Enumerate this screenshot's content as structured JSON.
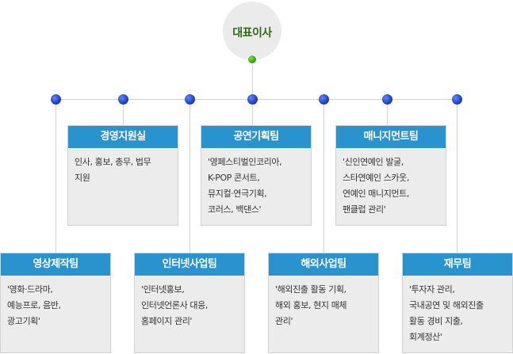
{
  "ceo": {
    "label": "대표이사"
  },
  "departments": [
    {
      "title": "영상제작팀",
      "lines": [
        "'영화·드라마,",
        "예능프로, 음반,",
        "광고기획'"
      ]
    },
    {
      "title": "경영지원실",
      "lines": [
        "인사, 홍보, 총무, 법무",
        "지원"
      ]
    },
    {
      "title": "인터넷사업팀",
      "lines": [
        "'인터넷홍보,",
        "인터넷언론사 대응,",
        "홈페이지 관리'"
      ]
    },
    {
      "title": "공연기획팀",
      "lines": [
        "'영페스티벌인코리아,",
        "K-POP 콘서트,",
        "뮤지컬·연극기획,",
        "코러스, 백댄스'"
      ]
    },
    {
      "title": "해외사업팀",
      "lines": [
        "'해외진출 활동 기획,",
        "해외 홍보, 현지 매체",
        "관리'"
      ]
    },
    {
      "title": "매니지먼트팀",
      "lines": [
        "'신인연예인 발굴,",
        "스타연예인 스카웃,",
        "연예인 매니지먼트,",
        "팬클럽 관리'"
      ]
    },
    {
      "title": "재무팀",
      "lines": [
        "'투자자 관리,",
        "국내공연 및 해외진출",
        "활동 경비 지출,",
        "회계정산'"
      ]
    }
  ]
}
